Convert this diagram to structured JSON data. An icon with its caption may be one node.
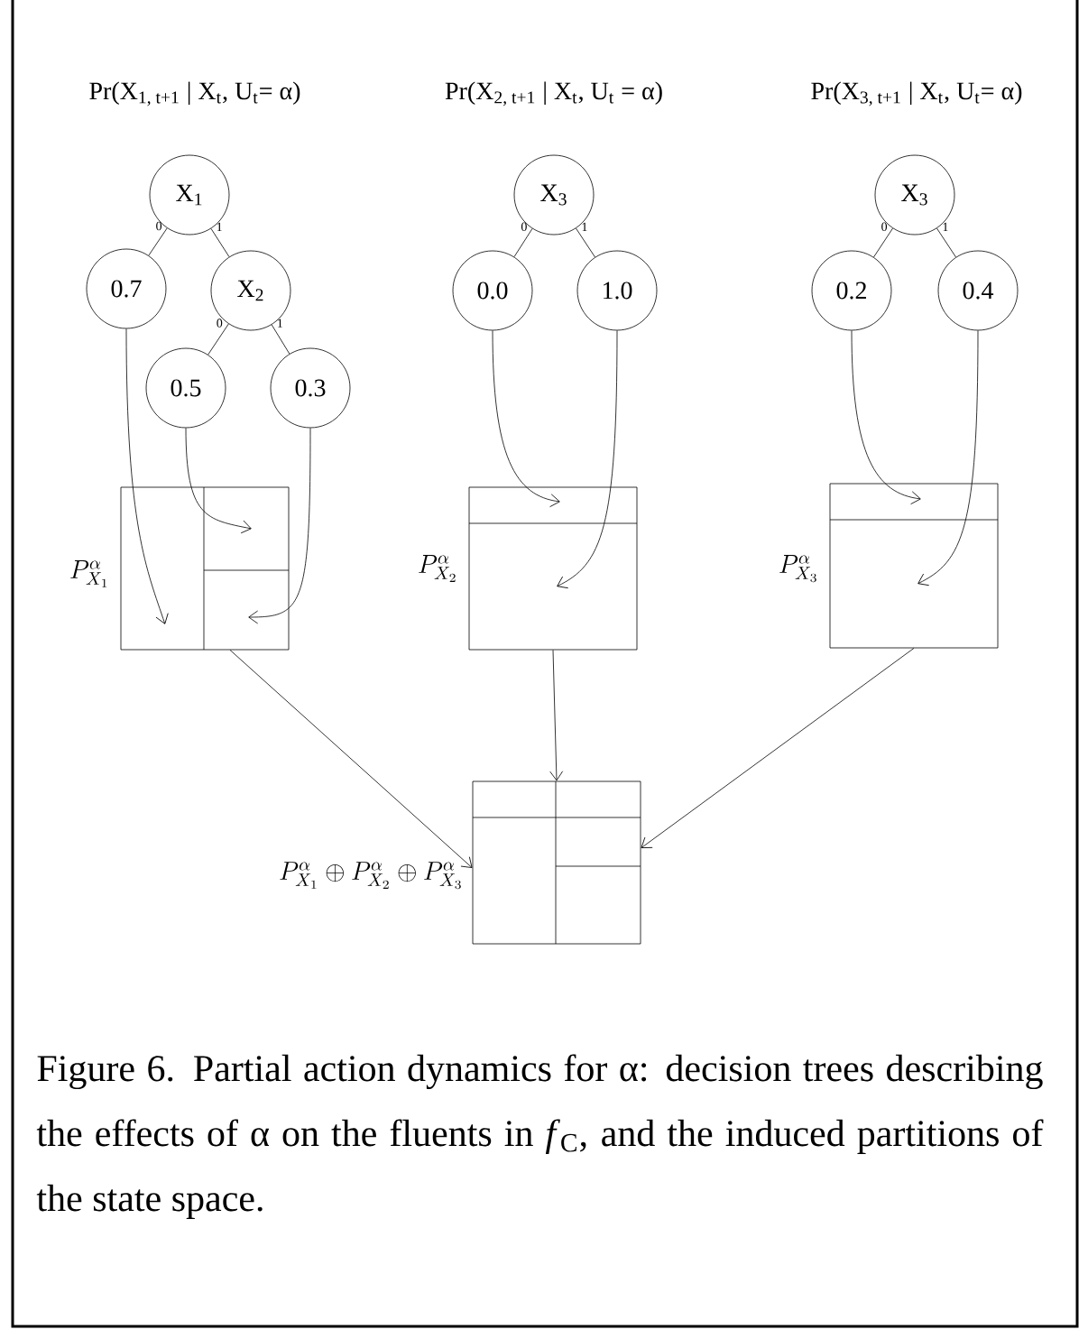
{
  "diagram": {
    "caption": "Figure 6. Partial action dynamics for α: decision trees describing the effects of α on the fluents in *f*$_{C}$, and the induced partitions of the state space.",
    "nodes": [
      {
        "text": [
          "X$_{1}$"
        ]
      },
      {
        "text": [
          "0.7"
        ]
      },
      {
        "text": [
          "X$_{2}$"
        ]
      },
      {
        "text": [
          "0.5"
        ]
      },
      {
        "text": [
          "0.3"
        ]
      },
      {
        "text": [
          "X$_{3}$"
        ]
      },
      {
        "text": [
          "0.0"
        ]
      },
      {
        "text": [
          "1.0"
        ]
      },
      {
        "text": [
          "X$_{3}$"
        ]
      },
      {
        "text": [
          "0.2"
        ]
      },
      {
        "text": [
          "0.4"
        ]
      },
      {
        "text": [],
        "shape": "box",
        "beside": [
          "P^{\\alpha}_{X_1}"
        ]
      },
      {
        "text": [],
        "shape": "box",
        "beside": [
          "P^{\\alpha}_{X_2}"
        ]
      },
      {
        "text": [],
        "shape": "box",
        "beside": [
          "P^{\\alpha}_{X_3}"
        ]
      },
      {
        "text": [],
        "shape": "box",
        "beside": [
          "P^{\\alpha}_{X_1}\\oplus P^{\\alpha}_{X_2}\\oplus P^{\\alpha}_{X_3}"
        ]
      }
    ],
    "edges": [
      {
        "from": 0,
        "to": 1,
        "arrow": "none",
        "label": "0"
      },
      {
        "from": 0,
        "to": 2,
        "arrow": "none",
        "label": "1"
      },
      {
        "from": 2,
        "to": 3,
        "arrow": "none",
        "label": "0"
      },
      {
        "from": 2,
        "to": 4,
        "arrow": "none",
        "label": "1"
      },
      {
        "from": 5,
        "to": 6,
        "arrow": "none",
        "label": "0"
      },
      {
        "from": 5,
        "to": 7,
        "arrow": "none",
        "label": "1"
      },
      {
        "from": 8,
        "to": 9,
        "arrow": "none",
        "label": "0"
      },
      {
        "from": 8,
        "to": 10,
        "arrow": "none",
        "label": "1"
      },
      {
        "from": 1,
        "to": 11,
        "arrow": "to"
      },
      {
        "from": 3,
        "to": 11,
        "arrow": "to"
      },
      {
        "from": 4,
        "to": 11,
        "arrow": "to"
      },
      {
        "from": 6,
        "to": 12,
        "arrow": "to"
      },
      {
        "from": 7,
        "to": 12,
        "arrow": "to"
      },
      {
        "from": 9,
        "to": 13,
        "arrow": "to"
      },
      {
        "from": 10,
        "to": 13,
        "arrow": "to"
      },
      {
        "from": 11,
        "to": 14,
        "arrow": "to"
      },
      {
        "from": 12,
        "to": 14,
        "arrow": "to"
      },
      {
        "from": 13,
        "to": 14,
        "arrow": "to"
      }
    ],
    "labels": [
      "Pr(X$_{1, t+1}$ | X$_{t}$, U$_{t}$= α)",
      "Pr(X$_{2, t+1}$ | X$_{t}$, U$_{t}$ = α)",
      "Pr(X$_{3, t+1}$ | X$_{t}$, U$_{t}$= α)"
    ]
  }
}
